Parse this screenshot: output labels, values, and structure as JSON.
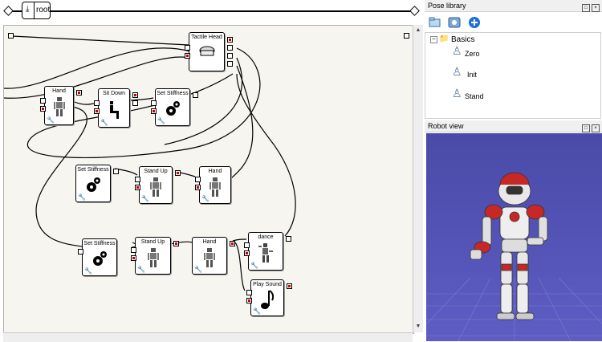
{
  "breadcrumb": {
    "root_label": "root"
  },
  "boxes": {
    "tactile_head": "Tactile Head",
    "hand1": "Hand",
    "sit_down": "Sit Down",
    "set_stiffness1": "Set Stiffness",
    "set_stiffness2": "Set Stiffness",
    "stand_up1": "Stand Up",
    "hand2": "Hand",
    "set_stiffness3": "Set Stiffness",
    "stand_up2": "Stand Up",
    "hand3": "Hand",
    "dance": "dance",
    "play_sound": "Play Sound"
  },
  "pose_library": {
    "title": "Pose library",
    "folder": "Basics",
    "poses": [
      "Zero",
      "Init",
      "Stand"
    ]
  },
  "robot_view": {
    "title": "Robot view"
  },
  "colors": {
    "canvas_bg": "#f6f5ef",
    "robot_bg": "#5252b5",
    "accent_red": "#c62828"
  }
}
